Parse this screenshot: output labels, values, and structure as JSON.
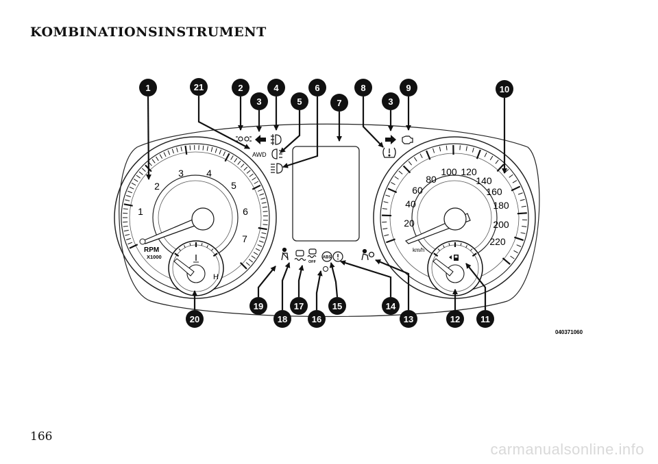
{
  "page": {
    "title": "KOMBINATIONSINSTRUMENT",
    "page_number": "166",
    "figure_code": "040371060",
    "watermark": "carmanualsonline.info"
  },
  "tachometer": {
    "numbers": [
      "1",
      "2",
      "3",
      "4",
      "5",
      "6",
      "7"
    ],
    "unit_label": "RPM",
    "multiplier_label": "X1000",
    "temp_gauge_label": "H"
  },
  "speedometer": {
    "numbers": [
      "20",
      "40",
      "60",
      "80",
      "100",
      "120",
      "140",
      "160",
      "180",
      "200",
      "220"
    ],
    "unit_label": "km/h"
  },
  "indicators": {
    "awd_label": "AWD",
    "off_label": "OFF",
    "abs_label": "ABS"
  },
  "callouts": [
    "1",
    "2",
    "3",
    "4",
    "5",
    "6",
    "7",
    "8",
    "9",
    "10",
    "11",
    "12",
    "13",
    "14",
    "15",
    "16",
    "17",
    "18",
    "19",
    "20",
    "21"
  ]
}
